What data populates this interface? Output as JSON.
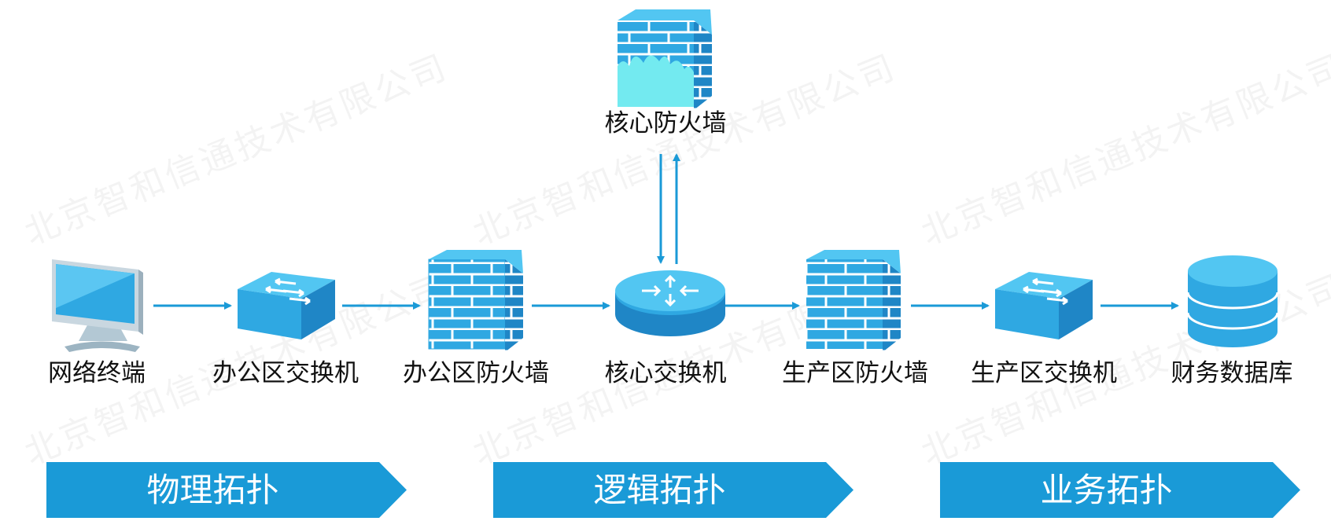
{
  "nodes": {
    "terminal": "网络终端",
    "office_switch": "办公区交换机",
    "office_firewall": "办公区防火墙",
    "core_switch": "核心交换机",
    "prod_firewall": "生产区防火墙",
    "prod_switch": "生产区交换机",
    "finance_db": "财务数据库",
    "core_firewall": "核心防火墙"
  },
  "banners": {
    "physical": "物理拓扑",
    "logical": "逻辑拓扑",
    "business": "业务拓扑"
  },
  "watermark": "北京智和信通技术有限公司",
  "colors": {
    "primary": "#1A9AD7",
    "icon_top": "#52C6F2",
    "icon_front": "#2FA8E2",
    "icon_side": "#1F86C6",
    "flame": "#73EAF0"
  }
}
